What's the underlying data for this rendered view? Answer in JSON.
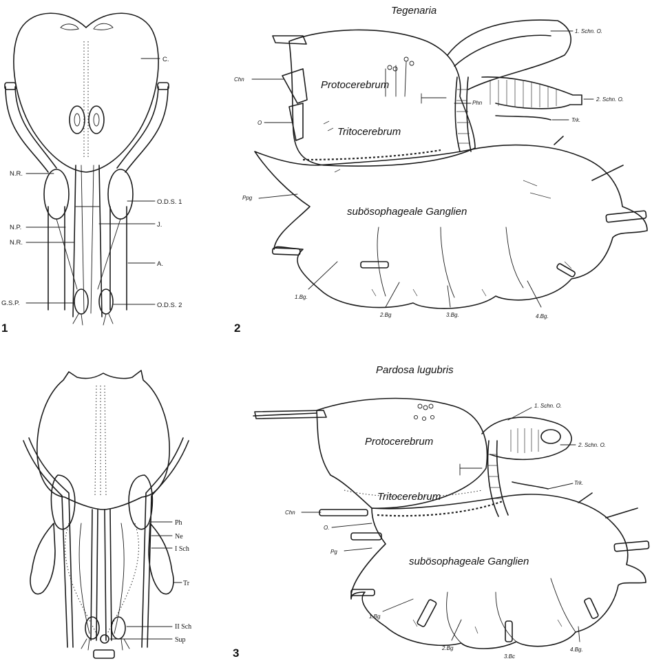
{
  "plate": {
    "figure_numbers": [
      "1",
      "2",
      "3"
    ],
    "fig1": {
      "labels": [
        "C.",
        "N.R.",
        "O.D.S. 1",
        "N.P.",
        "J.",
        "N.R.",
        "A.",
        "G.S.P.",
        "O.D.S. 2"
      ]
    },
    "fig2": {
      "title": "Tegenaria",
      "regions": [
        "Protocerebrum",
        "Tritocerebrum",
        "subösophageale Ganglien"
      ],
      "labels": [
        "1. Schn. O.",
        "2. Schn. O.",
        "Chn",
        "Phn",
        "O",
        "Trk.",
        "Ppg",
        "1.Bg.",
        "2.Bg",
        "3.Bg.",
        "4.Bg."
      ]
    },
    "fig3": {
      "title": "Pardosa lugubris",
      "regions": [
        "Protocerebrum",
        "Tritocerebrum",
        "subösophageale Ganglien"
      ],
      "labels": [
        "1. Schn. O.",
        "2. Schn. O.",
        "Trk.",
        "Chn",
        "O.",
        "Pg",
        "1.Bg",
        "2.Bg",
        "3.Bc",
        "4.Bg."
      ]
    },
    "fig4": {
      "labels": [
        "Ph",
        "Ne",
        "I Sch",
        "Tr",
        "II Sch",
        "Sup"
      ]
    }
  }
}
